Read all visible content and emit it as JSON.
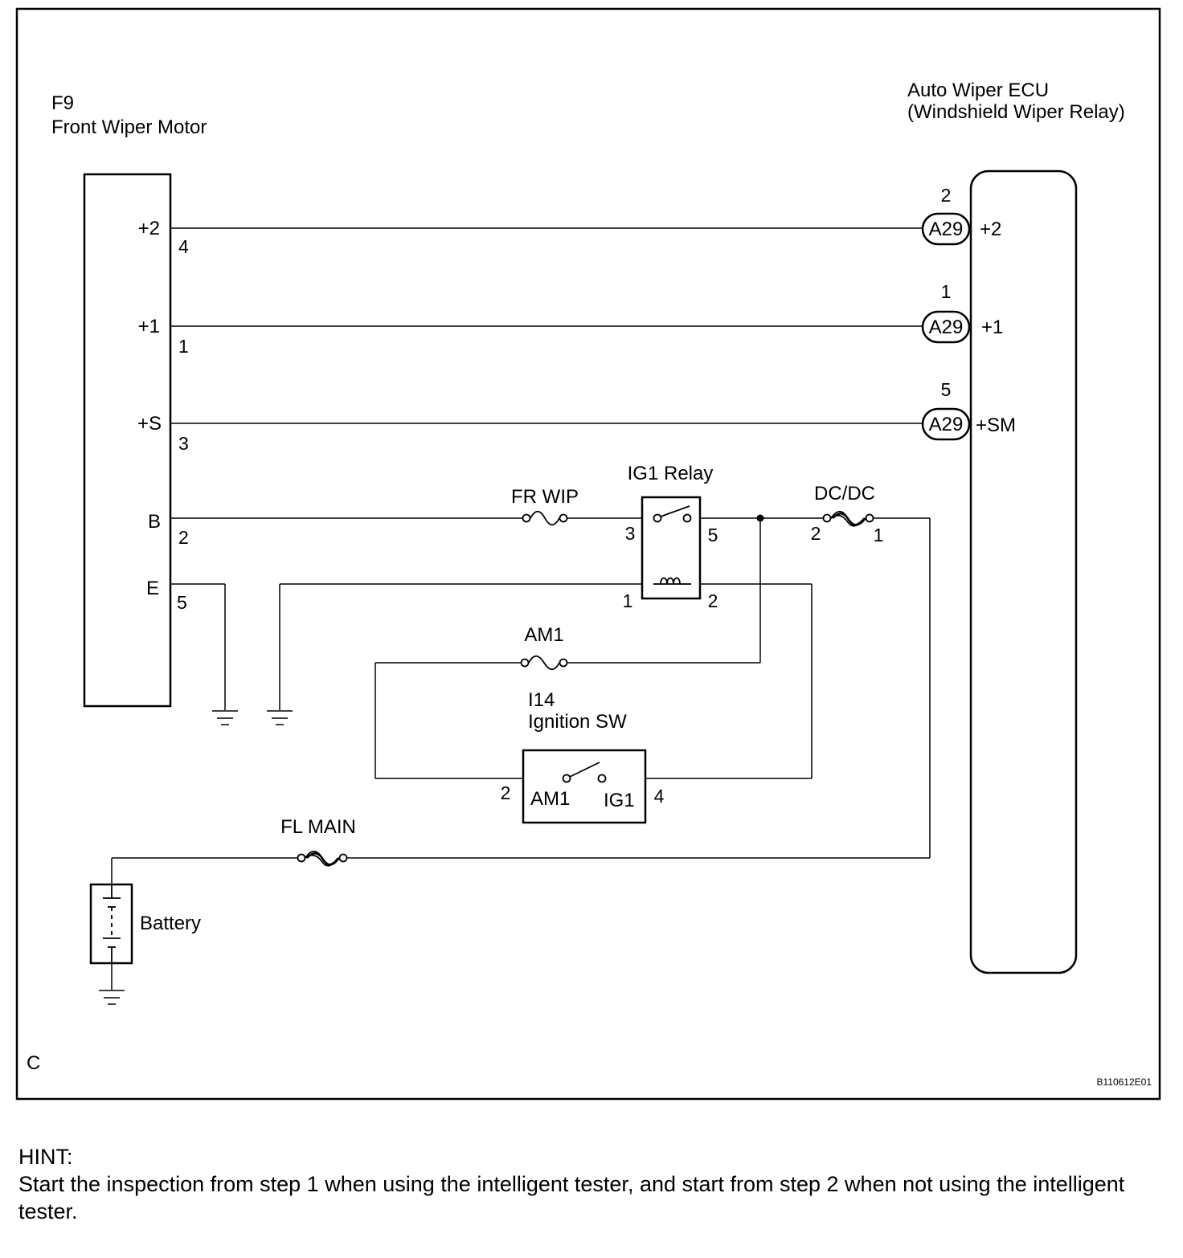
{
  "motor": {
    "code": "F9",
    "name": "Front Wiper Motor",
    "pins": [
      {
        "name": "+2",
        "num": "4"
      },
      {
        "name": "+1",
        "num": "1"
      },
      {
        "name": "+S",
        "num": "3"
      },
      {
        "name": "B",
        "num": "2"
      },
      {
        "name": "E",
        "num": "5"
      }
    ]
  },
  "ecu": {
    "name": "Auto Wiper ECU",
    "sub": "(Windshield Wiper Relay)",
    "pins": [
      {
        "num": "2",
        "connector": "A29",
        "name": "+2"
      },
      {
        "num": "1",
        "connector": "A29",
        "name": "+1"
      },
      {
        "num": "5",
        "connector": "A29",
        "name": "+SM"
      }
    ]
  },
  "fuses": {
    "fr_wip": "FR WIP",
    "dcdc": "DC/DC",
    "am1": "AM1",
    "fl_main": "FL MAIN"
  },
  "relay": {
    "name": "IG1 Relay",
    "pins": [
      "3",
      "5",
      "1",
      "2"
    ]
  },
  "dcdc_pins": [
    "2",
    "1"
  ],
  "ignition": {
    "code": "I14",
    "name": "Ignition SW",
    "pin_left": "2",
    "pin_right": "4",
    "label_left": "AM1",
    "label_right": "IG1"
  },
  "battery": "Battery",
  "corner_letter": "C",
  "figure_id": "B110612E01",
  "hint": {
    "title": "HINT:",
    "text": "Start the inspection from step 1 when using the intelligent tester, and start from step 2 when not using the intelligent tester."
  }
}
